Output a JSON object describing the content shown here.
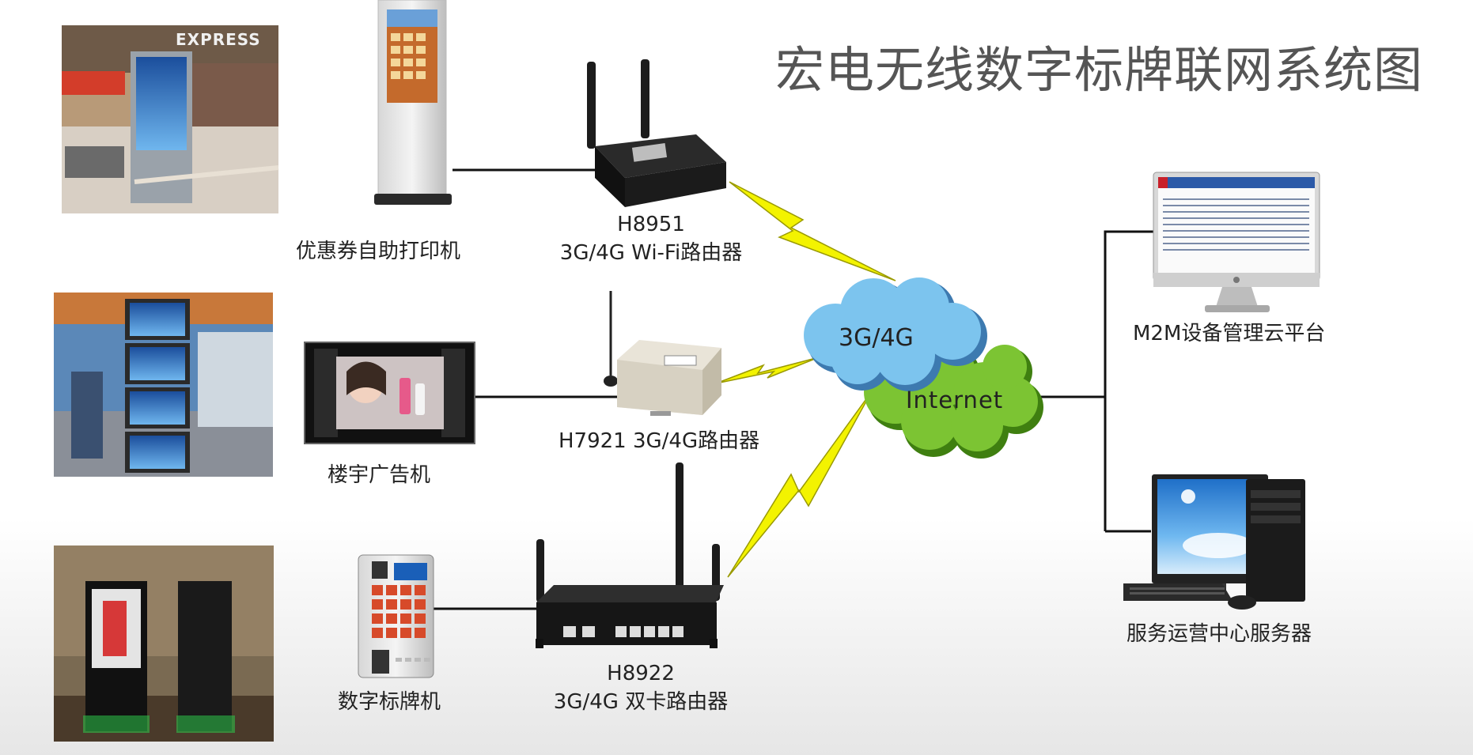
{
  "title": "宏电无线数字标牌联网系统图",
  "devices": {
    "kiosk_printer": {
      "label": "优惠券自助打印机"
    },
    "router_h8951": {
      "model": "H8951",
      "desc": "3G/4G Wi-Fi路由器"
    },
    "ad_player": {
      "label": "楼宇广告机"
    },
    "router_h7921": {
      "label": "H7921 3G/4G路由器"
    },
    "signage_machine": {
      "label": "数字标牌机"
    },
    "router_h8922": {
      "model": "H8922",
      "desc": "3G/4G 双卡路由器"
    },
    "cloud_platform": {
      "label": "M2M设备管理云平台"
    },
    "server": {
      "label": "服务运营中心服务器"
    }
  },
  "network": {
    "mobile": "3G/4G",
    "internet": "Internet"
  },
  "decor": {
    "mall_sign": "EXPRESS",
    "colors": {
      "cloud_blue": "#7cc4ee",
      "cloud_green": "#7cc433",
      "bolt": "#f3f300",
      "line": "#111111",
      "title": "#555555"
    }
  }
}
